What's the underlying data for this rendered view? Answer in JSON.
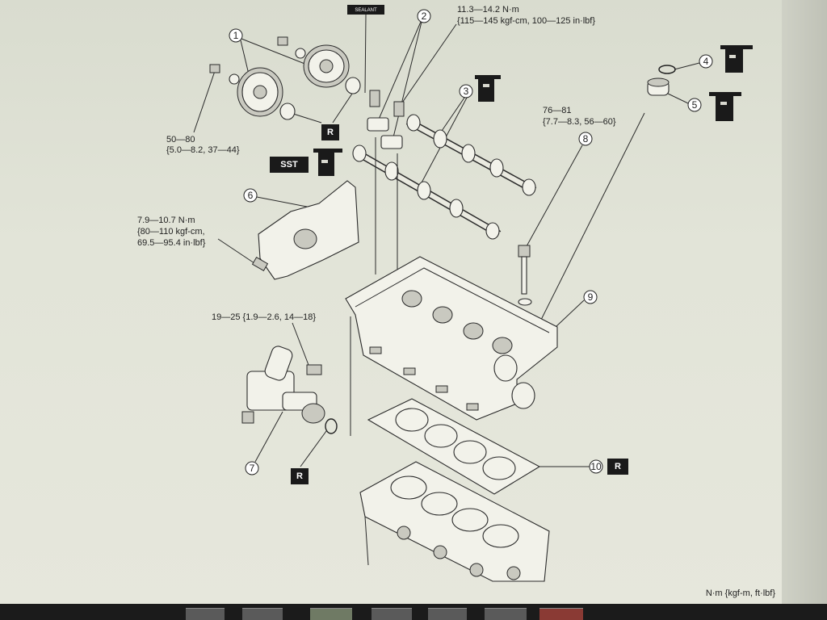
{
  "diagram": {
    "callouts": [
      "1",
      "2",
      "3",
      "4",
      "5",
      "6",
      "7",
      "8",
      "9",
      "10"
    ],
    "torque_timing_pulley": [
      "50—80",
      "{5.0—8.2, 37—44}"
    ],
    "torque_cap_bolt": [
      "11.3—14.2 N·m",
      "{115—145 kgf-cm, 100—125 in·lbf}"
    ],
    "torque_head_bolt": [
      "76—81",
      "{7.7—8.3, 56—60}"
    ],
    "torque_seal_plate": [
      "7.9—10.7 N·m",
      "{80—110 kgf-cm,",
      "69.5—95.4 in·lbf}"
    ],
    "torque_thermostat": "19—25 {1.9—2.6, 14—18}",
    "sealant_tag": "SEALANT",
    "sst_label": "SST",
    "replace_label": "R",
    "units_note": "N·m {kgf-m, ft·lbf}"
  },
  "taskbar": {
    "buttons": [
      "",
      "",
      "",
      "",
      "",
      "",
      ""
    ]
  }
}
